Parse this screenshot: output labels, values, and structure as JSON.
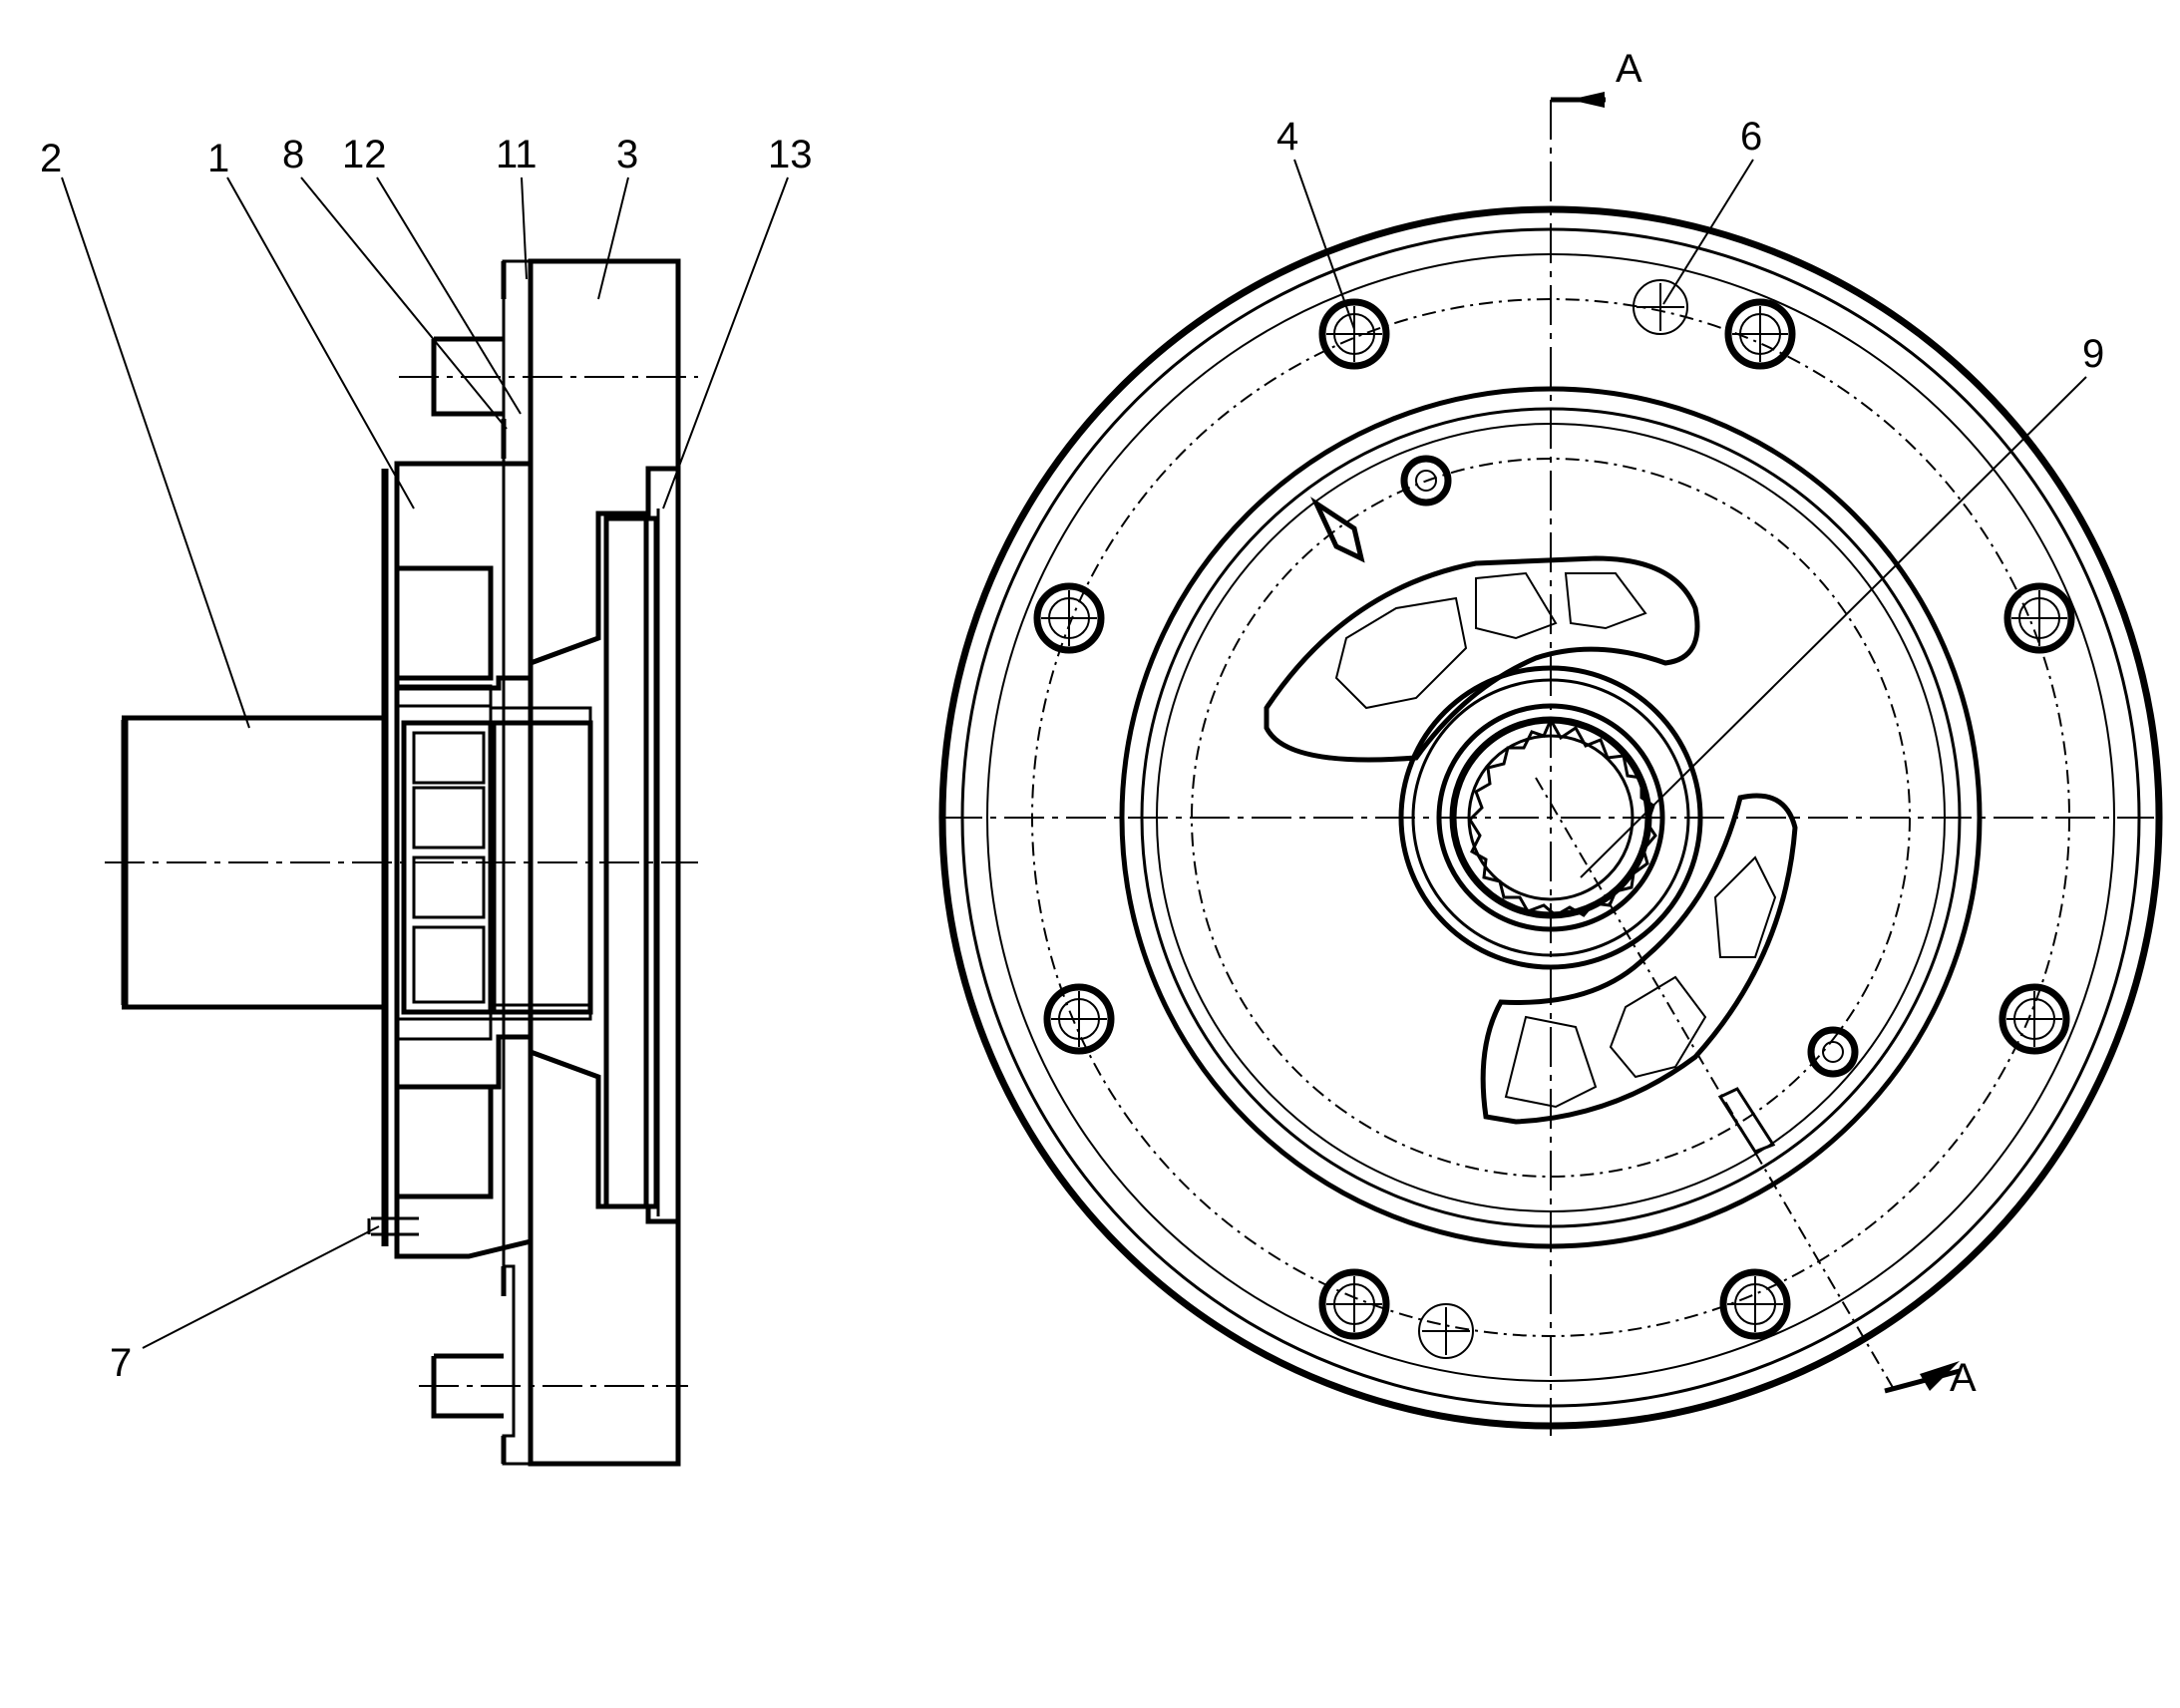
{
  "labels": {
    "l1": "1",
    "l2": "2",
    "l3": "3",
    "l4": "4",
    "l6": "6",
    "l7": "7",
    "l8": "8",
    "l9": "9",
    "l11": "11",
    "l12": "12",
    "l13": "13"
  },
  "section": {
    "marker_top": "A",
    "marker_bottom": "A"
  }
}
